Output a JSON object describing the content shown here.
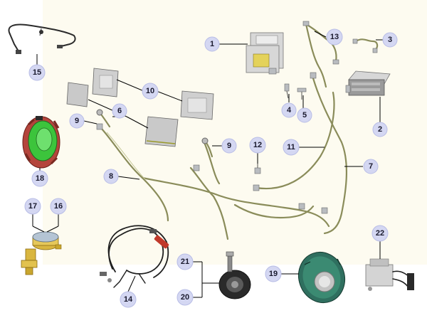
{
  "diagram": {
    "colors": {
      "callout_fill": "#d4d7f2",
      "harness": "#8a8c5a",
      "background": "#fdfbf0",
      "antenna_green": "#3cc43c",
      "antenna_red": "#c0453c",
      "horn_dark": "#2a2a2a",
      "speaker_green": "#3b8a72",
      "brass": "#d9b640"
    },
    "callouts": [
      {
        "id": "1",
        "label": "1",
        "part": "head-unit"
      },
      {
        "id": "2",
        "label": "2",
        "part": "amplifier"
      },
      {
        "id": "3",
        "label": "3",
        "part": "small-jumper-harness"
      },
      {
        "id": "4",
        "label": "4",
        "part": "clip-connector"
      },
      {
        "id": "5",
        "label": "5",
        "part": "connector-fuse"
      },
      {
        "id": "6",
        "label": "6",
        "part": "display-panel-small"
      },
      {
        "id": "7",
        "label": "7",
        "part": "main-harness-right"
      },
      {
        "id": "8",
        "label": "8",
        "part": "main-harness-left"
      },
      {
        "id": "9a",
        "label": "9",
        "part": "tweeter-lead-left"
      },
      {
        "id": "9b",
        "label": "9",
        "part": "tweeter-lead-center"
      },
      {
        "id": "10",
        "label": "10",
        "part": "display-panel-large"
      },
      {
        "id": "11",
        "label": "11",
        "part": "center-harness"
      },
      {
        "id": "12",
        "label": "12",
        "part": "sensor-plug"
      },
      {
        "id": "13",
        "label": "13",
        "part": "top-jumper-harness"
      },
      {
        "id": "14",
        "label": "14",
        "part": "antenna-cable-assembly"
      },
      {
        "id": "15",
        "label": "15",
        "part": "antenna-lead"
      },
      {
        "id": "16",
        "label": "16",
        "part": "pump-motor"
      },
      {
        "id": "17",
        "label": "17",
        "part": "pump-bracket"
      },
      {
        "id": "18",
        "label": "18",
        "part": "woofer-speaker"
      },
      {
        "id": "19",
        "label": "19",
        "part": "oval-speaker"
      },
      {
        "id": "20",
        "label": "20",
        "part": "horn"
      },
      {
        "id": "21",
        "label": "21",
        "part": "horn-bracket"
      },
      {
        "id": "22",
        "label": "22",
        "part": "relay-module"
      }
    ]
  }
}
